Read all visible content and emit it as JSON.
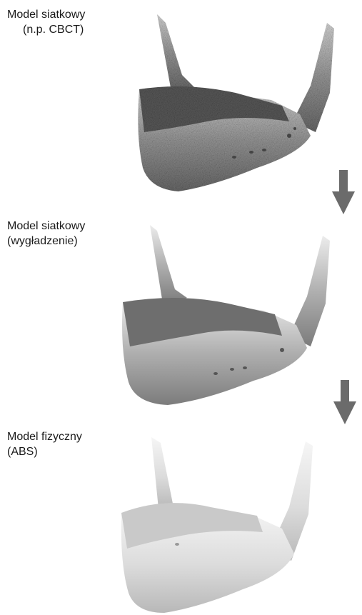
{
  "stages": [
    {
      "line1": "Model siatkowy",
      "line2": "(n.p. CBCT)",
      "style": "raw-mesh"
    },
    {
      "line1": "Model siatkowy",
      "line2": "(wygładzenie)",
      "style": "smoothed-mesh"
    },
    {
      "line1": "Model fizyczny",
      "line2": "(ABS)",
      "style": "physical-abs"
    }
  ],
  "arrow_color": "#6b6b6b",
  "colors": {
    "raw": "#8a8a8a",
    "smooth": "#a3a3a3",
    "abs": "#d6d6d6"
  }
}
